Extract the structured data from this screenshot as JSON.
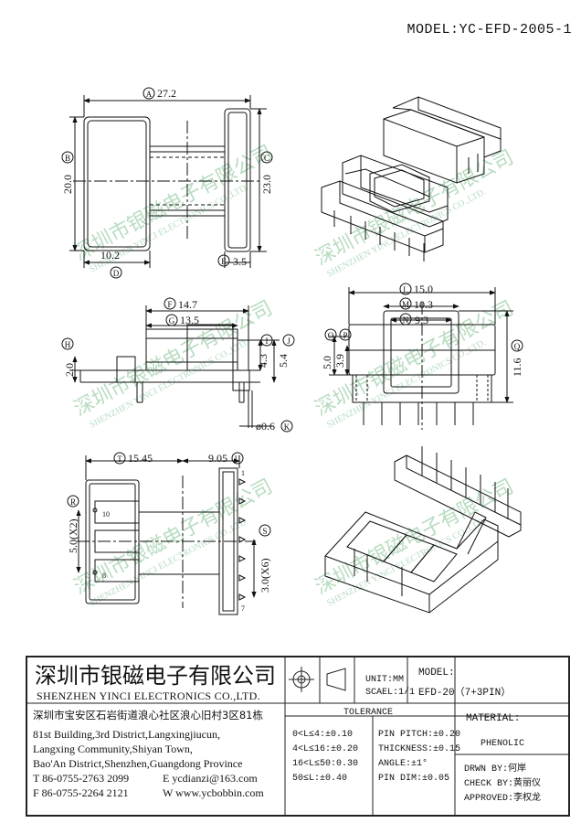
{
  "model_header": "MODEL:YC-EFD-2005-1",
  "watermark": {
    "cn": "深圳市银磁电子有限公司",
    "en": "SHENZHEN YINCI ELECTRONICS CO.,LTD."
  },
  "dims": {
    "A": {
      "label": "A",
      "value": "27.2"
    },
    "B": {
      "label": "B",
      "value": "20.0"
    },
    "C": {
      "label": "C",
      "value": "23.0"
    },
    "D": {
      "label": "D",
      "value": "10.2"
    },
    "E": {
      "label": "E",
      "value": "3.5"
    },
    "F": {
      "label": "F",
      "value": "14.7"
    },
    "G": {
      "label": "G",
      "value": "13.5"
    },
    "H": {
      "label": "H",
      "value": "2.0"
    },
    "I": {
      "label": "I",
      "value": "4.3"
    },
    "J": {
      "label": "J",
      "value": "5.4"
    },
    "K": {
      "label": "K",
      "value": "ø0.6"
    },
    "L": {
      "label": "L",
      "value": "15.0"
    },
    "M": {
      "label": "M",
      "value": "10.3"
    },
    "N": {
      "label": "N",
      "value": "9.3"
    },
    "O": {
      "label": "O",
      "value": "5.0"
    },
    "P": {
      "label": "P",
      "value": "3.9"
    },
    "Q": {
      "label": "Q",
      "value": "11.6"
    },
    "T": {
      "label": "T",
      "value": "15.45"
    },
    "U": {
      "label": "U",
      "value": "9.05"
    },
    "R": {
      "label": "R",
      "value": "5.0(X2)"
    },
    "S": {
      "label": "S",
      "value": "3.0(X6)"
    }
  },
  "pin_labels": {
    "p10": "10",
    "p8": "8",
    "p1": "1",
    "p7": "7"
  },
  "title_block": {
    "company_cn": "深圳市银磁电子有限公司",
    "company_en": "SHENZHEN YINCI ELECTRONICS CO.,LTD.",
    "unit": "UNIT:MM",
    "scale": "SCAEL:1/1",
    "model_label": "MODEL:",
    "model_value": "EFD-20（7+3PIN）",
    "address_cn": "深圳市宝安区石岩街道浪心社区浪心旧村3区81栋",
    "address_en_1": "81st Building,3rd District,Langxingjiucun,",
    "address_en_2": "Langxing Community,Shiyan Town,",
    "address_en_3": "Bao'An District,Shenzhen,Guangdong Province",
    "tel": "T 86-0755-2763 2099",
    "fax": "F 86-0755-2264 2121",
    "email": "E ycdianzi@163.com",
    "web": "W www.ycbobbin.com",
    "tolerance_title": "TOLERANCE",
    "tolerances": [
      "0<L≤4:±0.10",
      "4<L≤16:±0.20",
      "16<L≤50:0.30",
      "50≤L:±0.40"
    ],
    "pin_specs": [
      "PIN PITCH:±0.20",
      "THICKNESS:±0.15",
      "ANGLE:±1°",
      "PIN DIM:±0.05"
    ],
    "material_label": "MATERIAL:",
    "material_value": "PHENOLIC",
    "drawn_by": "DRWN BY:何岸",
    "check_by": "CHECK BY:黄丽仪",
    "approved": "APPROVED:李权龙"
  }
}
